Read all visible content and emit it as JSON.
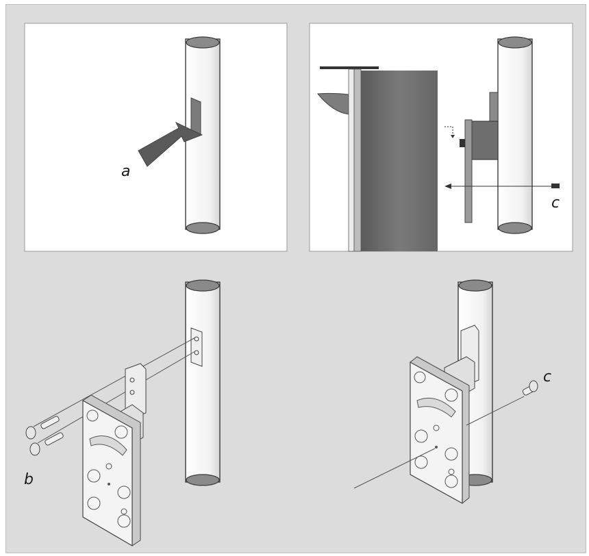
{
  "labels": {
    "a": "a",
    "b": "b",
    "c": "c"
  },
  "colors": {
    "frame_bg": "#dcdcdc",
    "panel_bg": "#ffffff",
    "tube_fill": "#f7f7f7",
    "cap_fill": "#8a8a8a",
    "outline": "#3a3a3a",
    "door_dark": "#6d6d6d",
    "arrow": "#555555"
  }
}
